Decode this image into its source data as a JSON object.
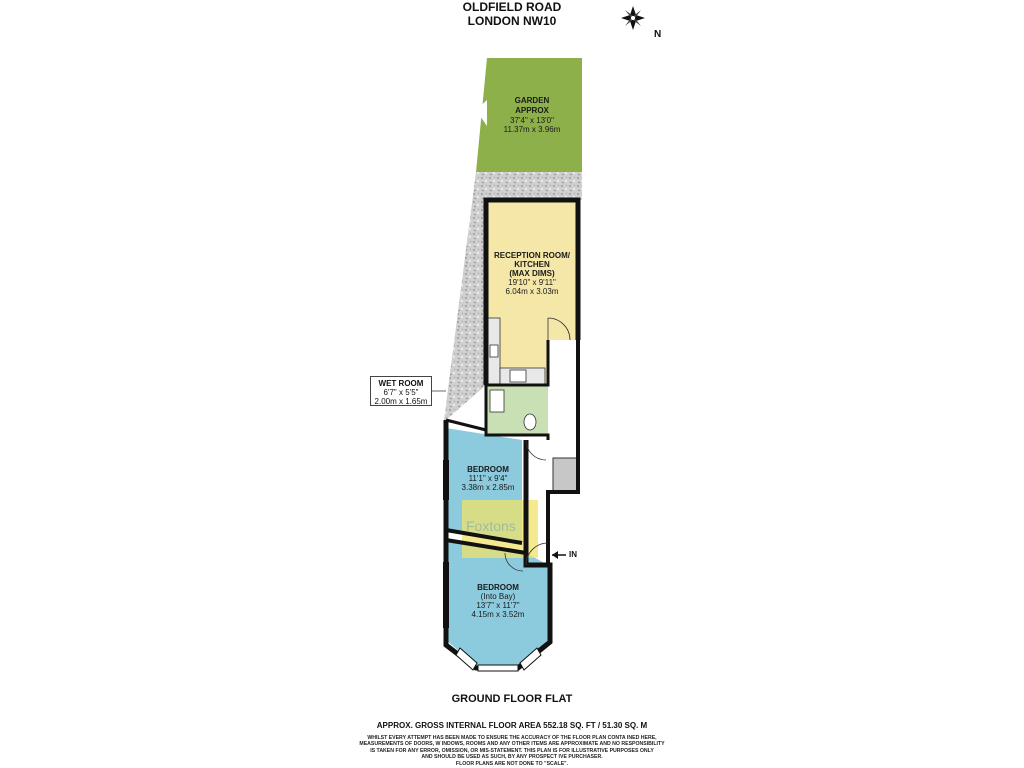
{
  "header": {
    "line1": "OLDFIELD ROAD",
    "line2": "LONDON NW10"
  },
  "compass": {
    "label": "N",
    "icon": "compass-rose-icon"
  },
  "rooms": {
    "garden": {
      "l1": "GARDEN",
      "l2": "APPROX",
      "l3": "37'4\" x 13'0\"",
      "l4": "11.37m x 3.96m",
      "color": "#8db04a"
    },
    "reception": {
      "l1": "RECEPTION ROOM/",
      "l2": "KITCHEN",
      "l3": "(MAX DIMS)",
      "l4": "19'10\" x 9'11\"",
      "l5": "6.04m x 3.03m",
      "color": "#f5e7a8"
    },
    "wetroom": {
      "l1": "WET ROOM",
      "l2": "6'7\" x 5'5\"",
      "l3": "2.00m x 1.65m",
      "color": "#c9dfb4"
    },
    "bedroom1": {
      "l1": "BEDROOM",
      "l2": "11'1\" x 9'4\"",
      "l3": "3.38m x 2.85m",
      "color": "#8ccbdd"
    },
    "bedroom2": {
      "l1": "BEDROOM",
      "l2": "(Into Bay)",
      "l3": "13'7\" x 11'7\"",
      "l4": "4.15m x 3.52m",
      "color": "#8ccbdd"
    }
  },
  "entrance": {
    "label": "IN"
  },
  "watermark": "Foxtons",
  "floor": "GROUND FLOOR FLAT",
  "area": "APPROX. GROSS INTERNAL FLOOR AREA 552.18 SQ. FT / 51.30 SQ. M",
  "disclaimer": [
    "WHILST EVERY ATTEMPT HAS BEEN MADE TO ENSURE THE ACCURACY OF THE FLOOR PLAN CONTA INED HERE,",
    "MEASUREMENTS OF DOORS, W INDOWS, ROOMS AND ANY OTHER ITEMS ARE APPROXIMATE AND NO RESPONSIBILITY",
    "IS TAKEN FOR ANY ERROR, OMISSION, OR MIS-STATEMENT. THIS PLAN IS FOR ILLUSTRATIVE PURPOSES ONLY",
    "AND SHOULD BE USED AS SUCH, BY ANY PROSPECT IVE PURCHASER.",
    "FLOOR PLANS ARE NOT DONE TO \"SCALE\"."
  ],
  "colors": {
    "wall": "#111111",
    "path": "#c7c7c7",
    "hall": "#ffffff",
    "highlight": "#f0e26a"
  }
}
